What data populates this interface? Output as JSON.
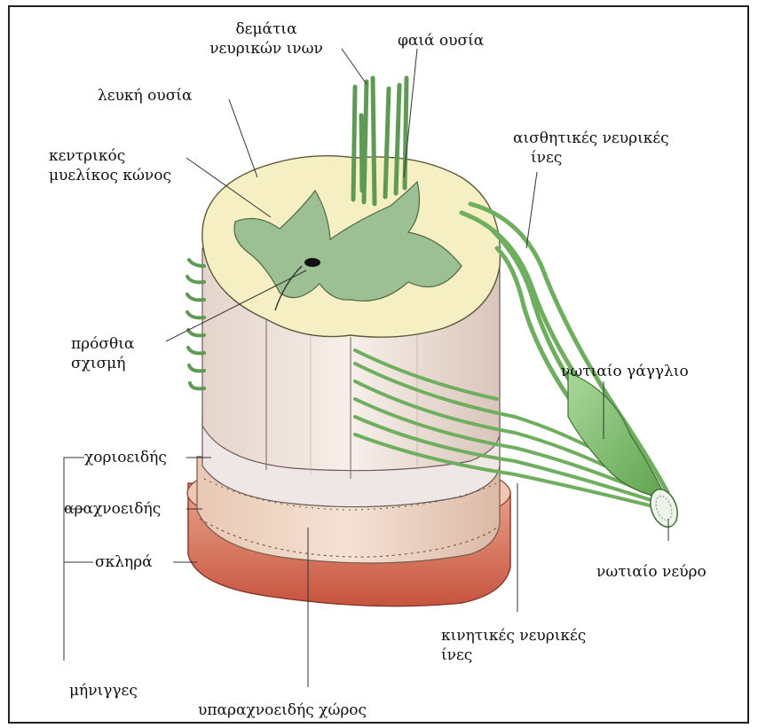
{
  "labels": {
    "fiber_bundles": [
      "δεμάτια",
      "νευρικών ινων"
    ],
    "grey_matter": "φαιά ουσία",
    "white_matter": "λευκή ουσία",
    "central_canal": [
      "κεντρικός",
      "μυελίκος κώνος"
    ],
    "sensory_fibers": [
      "αισθητικές νευρικές",
      "ίνες"
    ],
    "anterior_fissure": [
      "πρόσθια",
      "σχισμή"
    ],
    "dorsal_ganglion": "νωτιαίο γάγγλιο",
    "pia": "χοριοειδής",
    "arachnoid": "αραχνοειδής",
    "dura": "σκληρά",
    "spinal_nerve": "νωτιαίο νεύρο",
    "motor_fibers": [
      "κινητικές νευρικές",
      "ίνες"
    ],
    "meninges": "μήνιγγες",
    "subarachnoid_space": "υπαραχνοειδής χώρος"
  },
  "colors": {
    "frame": "#222222",
    "white_matter": "#f6efc4",
    "grey_matter": "#9dbf94",
    "nerve_green": "#7fbf6a",
    "column_light": "#ece4dc",
    "dura": "#d9826b",
    "leader": "#333333"
  }
}
